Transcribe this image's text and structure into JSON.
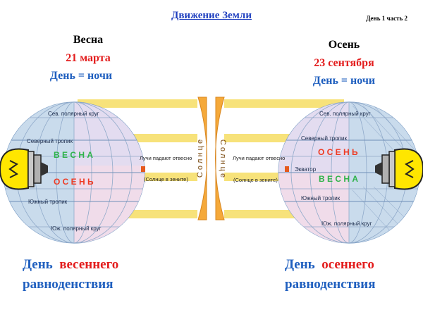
{
  "header": {
    "title": "Движение Земли",
    "day_part": "День 1 часть 2"
  },
  "left": {
    "season": "Весна",
    "date": "21 марта",
    "equality": "День = ночи",
    "globe_labels": {
      "arctic_circle": "Сев. полярный круг",
      "tropic_north": "Северный тропик",
      "season_top": "В Е С Н А",
      "season_bottom": "О С Е Н Ь",
      "tropic_south": "Южный тропик",
      "antarctic_circle": "Юж. полярный круг"
    },
    "caption_word1": "День",
    "caption_word2": "весеннего",
    "caption_line2": "равноденствия"
  },
  "right": {
    "season": "Осень",
    "date": "23 сентября",
    "equality": "День = ночи",
    "globe_labels": {
      "arctic_circle": "Сев. полярный круг",
      "tropic_north": "Северный тропик",
      "season_top": "О С Е Н Ь",
      "equator": "Экватор",
      "season_bottom": "В Е С Н А",
      "tropic_south": "Южный тропик",
      "antarctic_circle": "Юж. полярный круг"
    },
    "caption_word1": "День",
    "caption_word2": "осеннего",
    "caption_line2": "равноденствия"
  },
  "center": {
    "sun_label": "С о л н ц е",
    "rays_vertical": "Лучи падают отвесно",
    "sun_zenith": "(Солнце в зените)"
  },
  "colors": {
    "title_blue": "#1f3fbf",
    "text_blue": "#1f5fbf",
    "text_red": "#e31d1d",
    "ray_yellow": "#f7e27a",
    "sun_orange": "#f5a93a",
    "bulb_yellow": "#ffe600"
  }
}
